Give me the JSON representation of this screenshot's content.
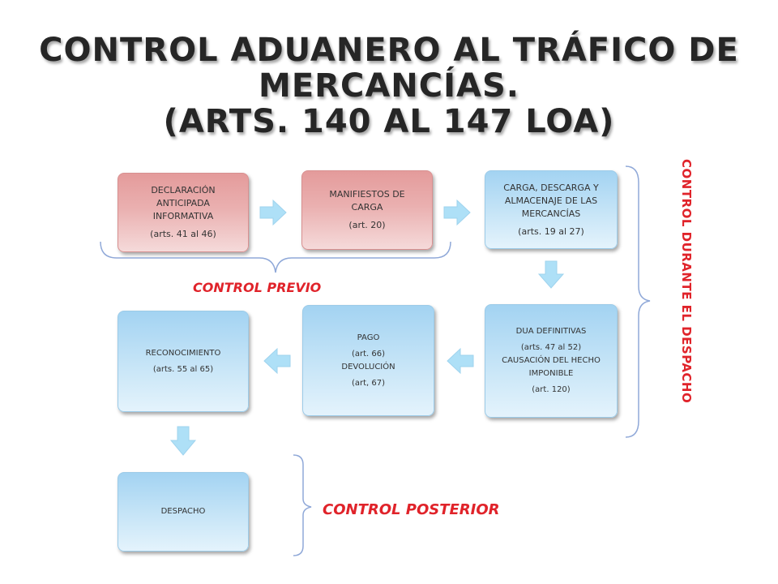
{
  "title": {
    "line1": "CONTROL ADUANERO AL TRÁFICO DE",
    "line2": "MERCANCÍAS.",
    "line3": "(ARTS. 140 AL 147 LOA)"
  },
  "boxes": {
    "declaracion": {
      "l1": "DECLARACIÓN",
      "l2": "ANTICIPADA",
      "l3": "INFORMATIVA",
      "l4": "(arts. 41 al 46)"
    },
    "manifiestos": {
      "l1": "MANIFIESTOS DE",
      "l2": "CARGA",
      "l3": "(art. 20)"
    },
    "carga": {
      "l1": "CARGA, DESCARGA Y",
      "l2": "ALMACENAJE DE LAS",
      "l3": "MERCANCÍAS",
      "l4": "(arts. 19 al 27)"
    },
    "dua": {
      "l1": "DUA DEFINITIVAS",
      "l2": "(arts. 47 al 52)",
      "l3": "CAUSACIÓN DEL HECHO",
      "l4": "IMPONIBLE",
      "l5": "(art. 120)"
    },
    "pago": {
      "l1": "PAGO",
      "l2": "(art. 66)",
      "l3": "DEVOLUCIÓN",
      "l4": "(art, 67)"
    },
    "reconocimiento": {
      "l1": "RECONOCIMIENTO",
      "l2": "(arts. 55 al 65)"
    },
    "despacho": {
      "l1": "DESPACHO"
    }
  },
  "labels": {
    "control_previo": "CONTROL PREVIO",
    "control_durante": "CONTROL DURANTE EL DESPACHO",
    "control_posterior": "CONTROL POSTERIOR"
  },
  "colors": {
    "title": "#262626",
    "label_red": "#e0232a",
    "box_pink": "#e9a9a9",
    "box_blue": "#c7e5f7",
    "arrow_blue": "#aee0f7",
    "bracket": "#8fa8d8"
  }
}
